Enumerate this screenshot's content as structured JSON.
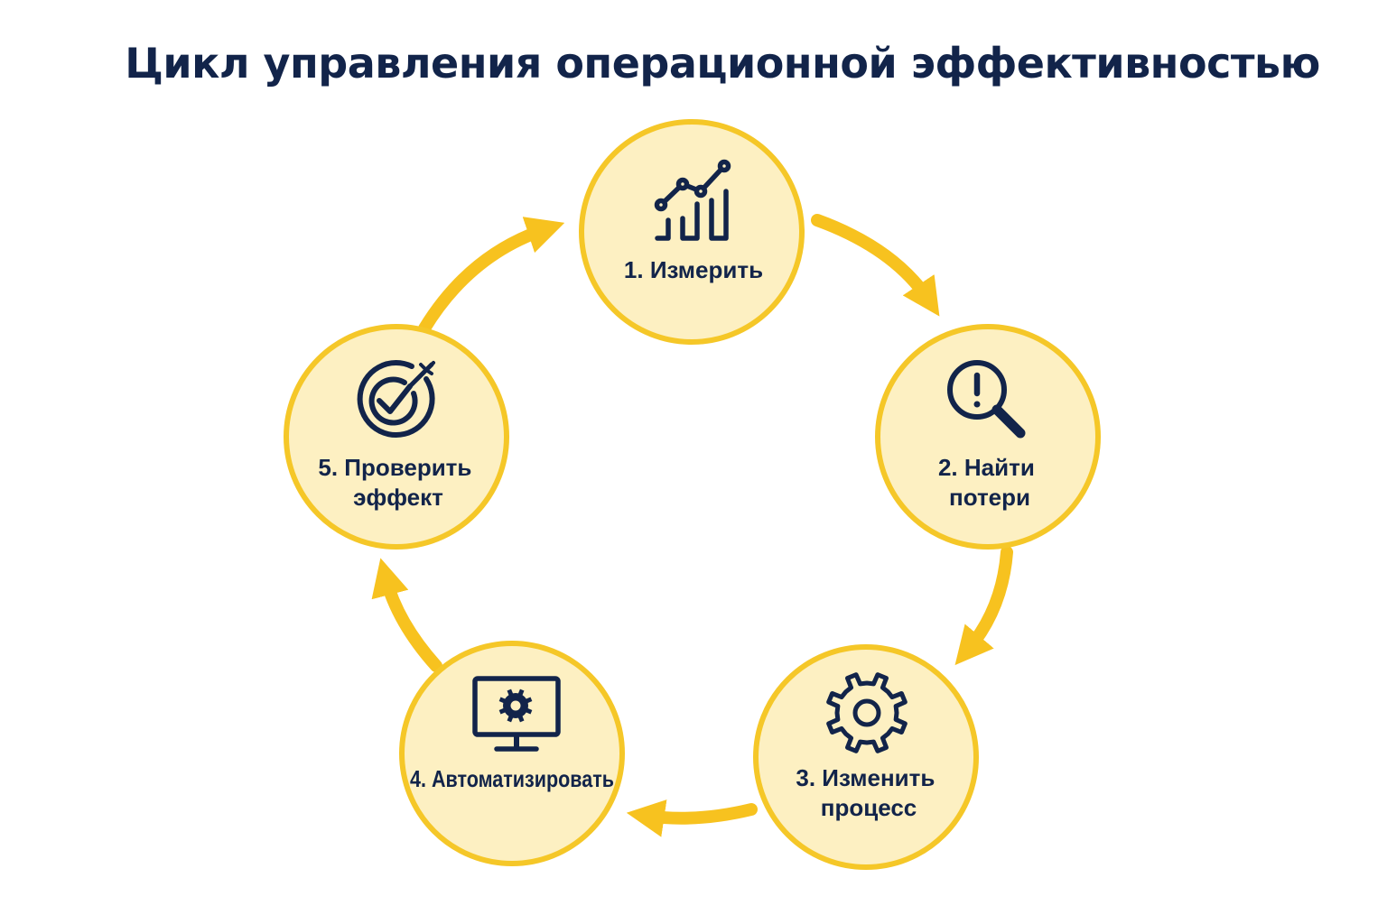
{
  "title": "Цикл управления операционной эффективностью",
  "colors": {
    "circle_fill": "#fdf0c2",
    "circle_stroke": "#f5c728",
    "arrow": "#f7c21f",
    "text": "#12244a"
  },
  "steps": [
    {
      "lines": [
        "1. Измерить"
      ],
      "icon": "chart-icon"
    },
    {
      "lines": [
        "2. Найти",
        "потери"
      ],
      "icon": "magnifier-alert-icon"
    },
    {
      "lines": [
        "3. Изменить",
        "процесс"
      ],
      "icon": "gear-icon"
    },
    {
      "lines": [
        "4. Автоматизировать"
      ],
      "icon": "monitor-gear-icon"
    },
    {
      "lines": [
        "5. Проверить",
        "эффект"
      ],
      "icon": "target-check-icon"
    }
  ]
}
